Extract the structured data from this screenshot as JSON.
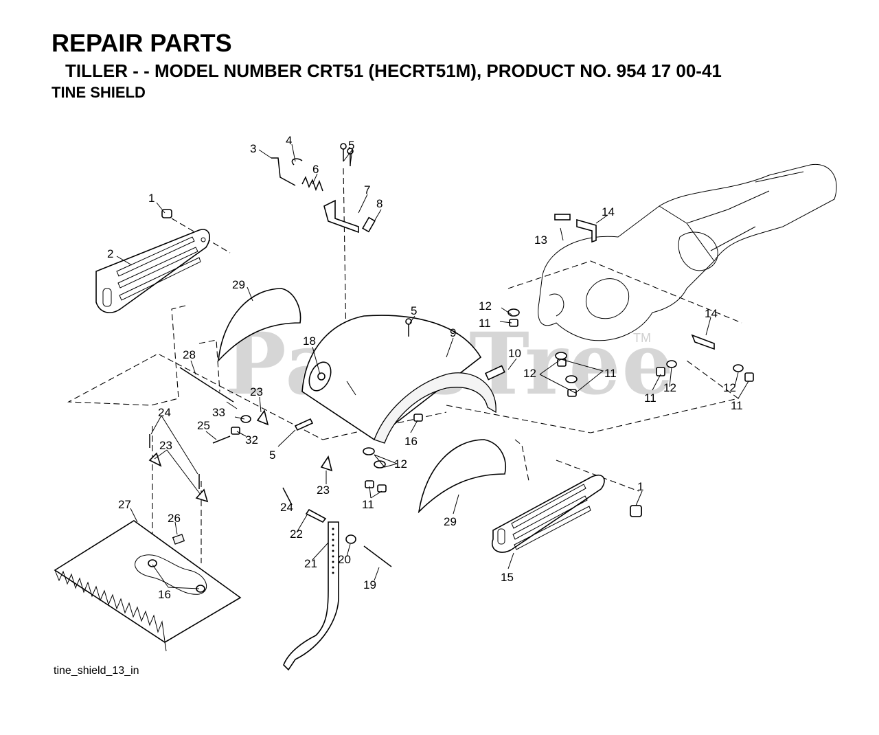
{
  "header": {
    "title": "REPAIR PARTS",
    "subtitle": "TILLER - - MODEL NUMBER CRT51 (HECRT51M), PRODUCT NO. 954 17 00-41",
    "section": "TINE SHIELD"
  },
  "watermark": {
    "text": "PartsTree",
    "tm": "TM"
  },
  "caption": "tine_shield_13_in",
  "callouts": {
    "c1a": "1",
    "c1b": "1",
    "c2": "2",
    "c3": "3",
    "c4": "4",
    "c5a": "5",
    "c5b": "5",
    "c5c": "5",
    "c6": "6",
    "c7": "7",
    "c8": "8",
    "c9": "9",
    "c10": "10",
    "c11a": "11",
    "c11b": "11",
    "c11c": "11",
    "c11d": "11",
    "c11e": "11",
    "c12a": "12",
    "c12b": "12",
    "c12c": "12",
    "c12d": "12",
    "c12e": "12",
    "c13": "13",
    "c14a": "14",
    "c14b": "14",
    "c15": "15",
    "c16a": "16",
    "c16b": "16",
    "c18": "18",
    "c19": "19",
    "c20": "20",
    "c21": "21",
    "c22": "22",
    "c23a": "23",
    "c23b": "23",
    "c23c": "23",
    "c24a": "24",
    "c24b": "24",
    "c25": "25",
    "c26": "26",
    "c27": "27",
    "c28": "28",
    "c29a": "29",
    "c29b": "29",
    "c32": "32",
    "c33": "33"
  }
}
